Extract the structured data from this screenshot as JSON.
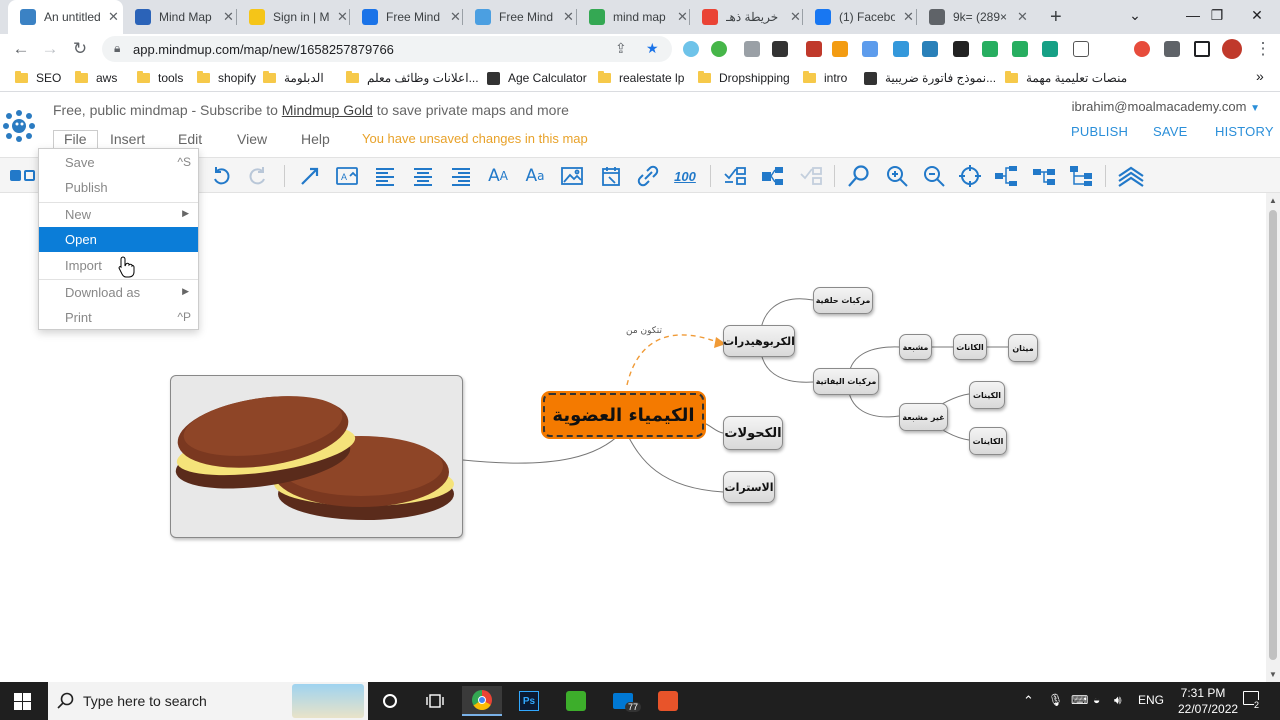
{
  "browser": {
    "tabs": [
      {
        "title": "An untitled",
        "icon": "mindmup-icon",
        "color": "#3b82c4",
        "active": true
      },
      {
        "title": "Mind Map",
        "icon": "mindmap-app-icon",
        "color": "#2b63b8",
        "active": false
      },
      {
        "title": "Sign in | M",
        "icon": "miro-icon",
        "color": "#f5c518",
        "active": false
      },
      {
        "title": "Free Mind",
        "icon": "canva-icon",
        "color": "#1a73e8",
        "active": false
      },
      {
        "title": "Free Mind",
        "icon": "mindmeister-icon",
        "color": "#4b9fe1",
        "active": false
      },
      {
        "title": "mind map",
        "icon": "play-icon",
        "color": "#34a853",
        "active": false
      },
      {
        "title": "خريطة ذهـ",
        "icon": "google-icon",
        "color": "#ea4335",
        "active": false
      },
      {
        "title": "(1) Facebo",
        "icon": "facebook-icon",
        "color": "#1877f2",
        "active": false
      },
      {
        "title": "9k= (289×",
        "icon": "globe-icon",
        "color": "#5f6368",
        "active": false
      }
    ],
    "new_tab": "+",
    "url": "app.mindmup.com/map/new/1658257879766",
    "bookmarks": [
      {
        "label": "SEO",
        "type": "folder"
      },
      {
        "label": "aws",
        "type": "folder"
      },
      {
        "label": "tools",
        "type": "folder"
      },
      {
        "label": "shopify",
        "type": "folder"
      },
      {
        "label": "الدبلومة",
        "type": "folder"
      },
      {
        "label": "اعلانات وظائف معلم...",
        "type": "folder"
      },
      {
        "label": "Age Calculator",
        "type": "page"
      },
      {
        "label": "realestate lp",
        "type": "folder"
      },
      {
        "label": "Dropshipping",
        "type": "folder"
      },
      {
        "label": "intro",
        "type": "folder"
      },
      {
        "label": "نموذج فاتورة ضريبية...",
        "type": "page"
      },
      {
        "label": "منصات تعليمية مهمة",
        "type": "folder"
      }
    ],
    "bookmarks_more": "»"
  },
  "app": {
    "notice_prefix": "Free, public mindmap - Subscribe to ",
    "notice_link": "Mindmup Gold",
    "notice_suffix": " to save private maps and more",
    "menus": [
      "File",
      "Insert",
      "Edit",
      "View",
      "Help"
    ],
    "unsaved": "You have unsaved changes in this map",
    "user_email": "ibrahim@moalmacademy.com",
    "header_buttons": [
      "PUBLISH",
      "SAVE",
      "HISTORY"
    ],
    "accent": "#2b8fd9"
  },
  "file_menu": {
    "items": [
      {
        "label": "Save",
        "shortcut": "^S",
        "submenu": false,
        "selected": false
      },
      {
        "label": "Publish",
        "shortcut": "",
        "submenu": false,
        "selected": false
      },
      {
        "label": "New",
        "shortcut": "",
        "submenu": true,
        "selected": false
      },
      {
        "label": "Open",
        "shortcut": "",
        "submenu": false,
        "selected": true
      },
      {
        "label": "Import",
        "shortcut": "",
        "submenu": false,
        "selected": false
      },
      {
        "label": "Download as",
        "shortcut": "",
        "submenu": true,
        "selected": false
      },
      {
        "label": "Print",
        "shortcut": "^P",
        "submenu": false,
        "selected": false
      }
    ]
  },
  "mindmap": {
    "root": "الكيمياء العضوية",
    "connector_label": "تتكون من",
    "nodes": {
      "carbs": "الكربوهيدرات",
      "alcohols": "الكحولات",
      "esters": "الاسترات",
      "cyclic": "مركبات حلقية",
      "aliphatic": "مركبات اليفاتية",
      "saturated": "مشبعة",
      "alkanes": "الكانات",
      "methane": "ميثان",
      "unsaturated": "غير مشبعة",
      "alkenes": "الكينات",
      "alkynes": "الكاينات"
    },
    "root_color": "#f47a00"
  },
  "taskbar": {
    "search_placeholder": "Type here to search",
    "mail_badge": "77",
    "language": "ENG",
    "time": "7:31 PM",
    "date": "22/07/2022",
    "notification_badge": "2"
  }
}
